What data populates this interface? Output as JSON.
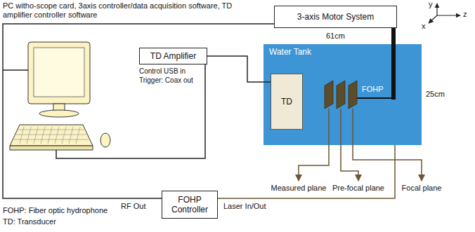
{
  "diagram": {
    "nodes": [
      {
        "text": [
          "3-axis Motor System"
        ]
      },
      {
        "text": [
          "TD Amplifier"
        ]
      },
      {
        "text": [
          "Water Tank"
        ]
      },
      {
        "text": [
          "TD"
        ],
        "in": 2
      },
      {
        "text": [
          "FOHP Controller"
        ]
      }
    ],
    "edges": [
      {
        "from": 1,
        "to": 3,
        "arrow": "none"
      }
    ],
    "labels": [
      "PC witho-scope card, 3axis controller/data acquisition software, TD amplifier controller software",
      "y",
      "z",
      "x",
      "61cm",
      "25cm",
      "Control USB in",
      "Trigger: Coax out",
      "FOHP",
      "Measured plane",
      "Pre-focal plane",
      "Focal plane",
      "RF Out",
      "Laser In/Out",
      "FOHP: Fiber optic hydrophone",
      "TD: Transducer"
    ]
  }
}
